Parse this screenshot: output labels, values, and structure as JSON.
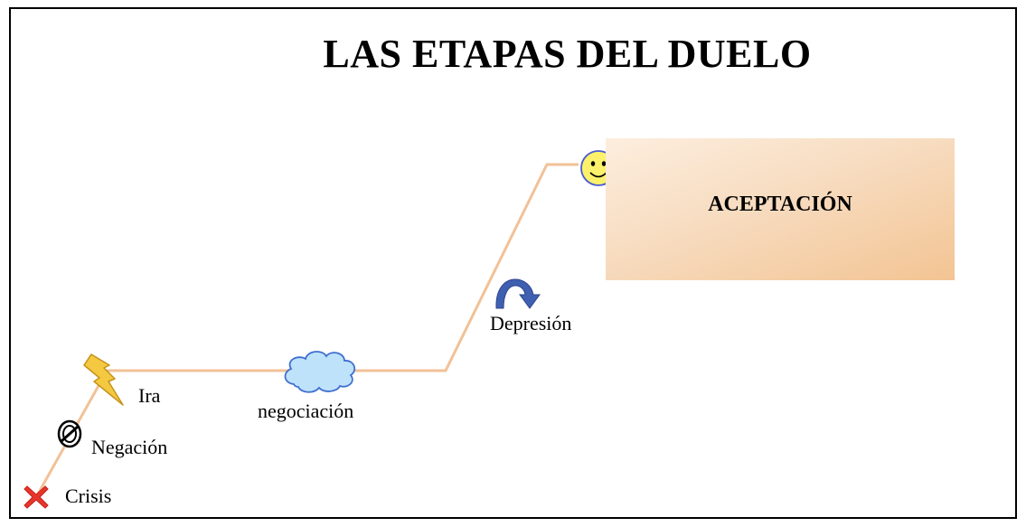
{
  "title": "LAS ETAPAS DEL DUELO",
  "stages": {
    "crisis": "Crisis",
    "negacion": "Negación",
    "ira": "Ira",
    "negociacion": "negociación",
    "depresion": "Depresión",
    "aceptacion": "ACEPTACIÓN"
  },
  "colors": {
    "path_line": "#f2c197",
    "cloud_fill": "#bfe2fb",
    "cloud_stroke": "#3f6fd0",
    "lightning_fill": "#f5c842",
    "smiley_fill": "#fbf16a",
    "arrow_fill": "#3f5fb0",
    "cross_fill": "#e8352c",
    "acceptance_box": "#f7dcc0"
  },
  "icons": {
    "crisis": "cross-icon",
    "negacion": "no-symbol-icon",
    "ira": "lightning-icon",
    "negociacion": "cloud-icon",
    "depresion": "curved-arrow-icon",
    "aceptacion": "smiley-icon"
  }
}
